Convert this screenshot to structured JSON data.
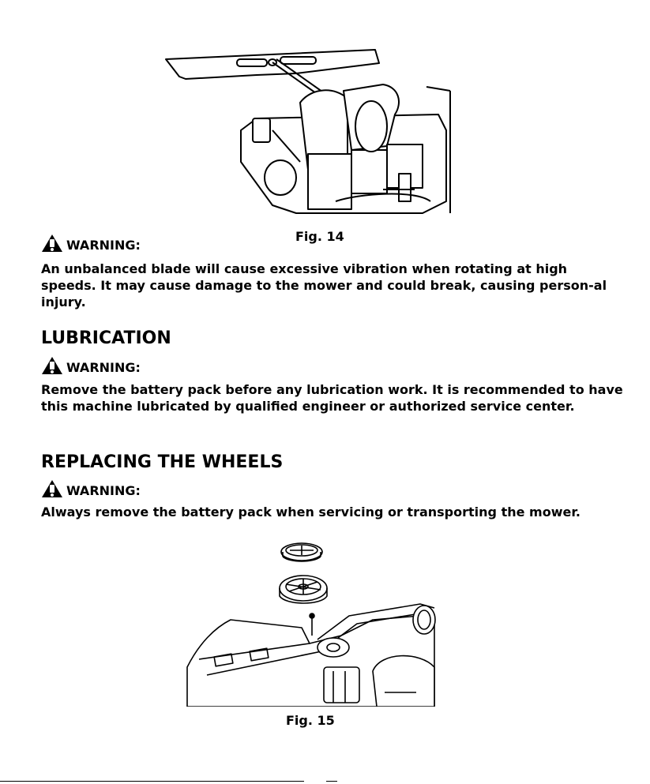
{
  "figures": {
    "fig14": {
      "caption": "Fig. 14",
      "icon": "blade-balancing-illustration"
    },
    "fig15": {
      "caption": "Fig. 15",
      "icon": "wheel-replacement-illustration"
    }
  },
  "warning_label": "WARNING:",
  "warning_icon": "warning-triangle-icon",
  "blade_warning": {
    "text": "An unbalanced blade will cause excessive vibration when rotating at high speeds. It may cause damage to the mower and could break, causing person-al injury."
  },
  "lubrication": {
    "heading": "LUBRICATION",
    "warning_text": "Remove the battery pack before any lubrication work. It is recommended to have this machine lubricated by qualified engineer or authorized service center."
  },
  "wheels": {
    "heading": "REPLACING THE WHEELS",
    "warning_text": "Always remove the battery pack when servicing or transporting the mower."
  }
}
